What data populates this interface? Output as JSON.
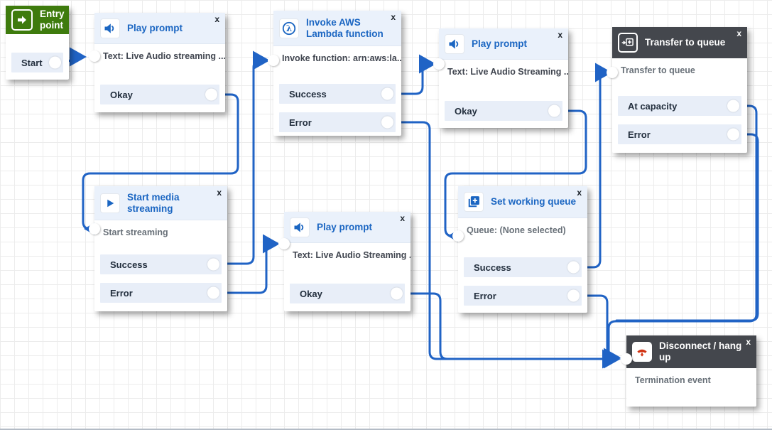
{
  "ui": {
    "app": "Contact flow editor canvas",
    "close_label": "x",
    "colors": {
      "connector_blue": "#2063c5",
      "title_blue": "#1b66c2",
      "header_light": "#eaf1fb",
      "header_dark": "#44474d",
      "header_green": "#3e7b0d",
      "row_bg": "#e8eef8",
      "grid_line": "#ececec",
      "disconnect_icon_red": "#d13212"
    }
  },
  "blocks": {
    "entry": {
      "title": "Entry point",
      "icon": "entry-arrow-icon",
      "outputs": [
        {
          "label": "Start"
        }
      ]
    },
    "play1": {
      "title": "Play prompt",
      "icon": "speaker-icon",
      "param": "Text: Live Audio streaming ...",
      "outputs": [
        {
          "label": "Okay"
        }
      ]
    },
    "lambda": {
      "title": "Invoke AWS Lambda function",
      "icon": "lambda-icon",
      "param": "Invoke function: arn:aws:la...",
      "outputs": [
        {
          "label": "Success"
        },
        {
          "label": "Error"
        }
      ]
    },
    "play2": {
      "title": "Play prompt",
      "icon": "speaker-icon",
      "param": "Text: Live Audio Streaming ...",
      "outputs": [
        {
          "label": "Okay"
        }
      ]
    },
    "transfer": {
      "title": "Transfer to queue",
      "icon": "transfer-queue-icon",
      "param": "Transfer to queue",
      "outputs": [
        {
          "label": "At capacity"
        },
        {
          "label": "Error"
        }
      ]
    },
    "media": {
      "title": "Start media streaming",
      "icon": "play-icon",
      "param": "Start streaming",
      "outputs": [
        {
          "label": "Success"
        },
        {
          "label": "Error"
        }
      ]
    },
    "play3": {
      "title": "Play prompt",
      "icon": "speaker-icon",
      "param": "Text: Live Audio Streaming ...",
      "outputs": [
        {
          "label": "Okay"
        }
      ]
    },
    "queue": {
      "title": "Set working queue",
      "icon": "set-queue-icon",
      "param": "Queue: (None selected)",
      "outputs": [
        {
          "label": "Success"
        },
        {
          "label": "Error"
        }
      ]
    },
    "disconnect": {
      "title": "Disconnect / hang up",
      "icon": "phone-hangup-icon",
      "param": "Termination event",
      "outputs": []
    }
  },
  "connections": [
    {
      "from": "Entry point / Start",
      "to": "Play prompt (1)"
    },
    {
      "from": "Play prompt (1) / Okay",
      "to": "Start media streaming"
    },
    {
      "from": "Start media streaming / Success",
      "to": "Invoke AWS Lambda function"
    },
    {
      "from": "Start media streaming / Error",
      "to": "Play prompt (3)"
    },
    {
      "from": "Invoke AWS Lambda function / Success",
      "to": "Play prompt (2)"
    },
    {
      "from": "Invoke AWS Lambda function / Error",
      "to": "Disconnect / hang up"
    },
    {
      "from": "Play prompt (2) / Okay",
      "to": "Set working queue"
    },
    {
      "from": "Play prompt (3) / Okay",
      "to": "Disconnect / hang up"
    },
    {
      "from": "Set working queue / Success",
      "to": "Transfer to queue"
    },
    {
      "from": "Set working queue / Error",
      "to": "Disconnect / hang up"
    },
    {
      "from": "Transfer to queue / At capacity",
      "to": "Disconnect / hang up"
    },
    {
      "from": "Transfer to queue / Error",
      "to": "Disconnect / hang up"
    }
  ]
}
